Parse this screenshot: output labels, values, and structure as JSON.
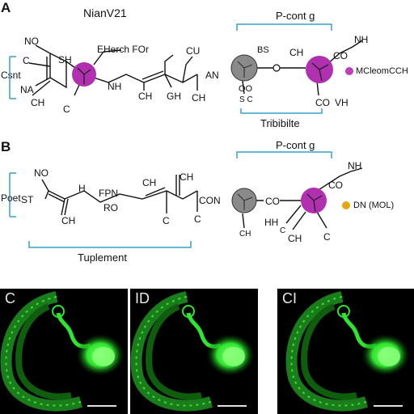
{
  "panel_a": {
    "letter": "A",
    "top_label": "NianV21",
    "side_label": "Csnt",
    "chain_labels": {
      "no": "NO",
      "c": "C",
      "sh": "SH",
      "na": "NA",
      "ch_a": "CH",
      "c_b": "C",
      "annotation": "EHerch FOr",
      "nh": "NH",
      "cu": "CU",
      "an": "AN",
      "ch_c": "CH",
      "gh": "GH",
      "ch_d": "CH"
    },
    "right": {
      "title": "P-cont g",
      "bs": "BS",
      "ch": "CH",
      "co_top": "CO",
      "nh": "NH",
      "oo": "OO",
      "co_bottom": "CO",
      "vh": "VH",
      "sc": "S C",
      "legend_text": "MCleomCCH",
      "legend_color": "#c03cb8",
      "caption": "Tribibilte"
    }
  },
  "panel_b": {
    "letter": "B",
    "side_label": "Poet",
    "chain_labels": {
      "no": "NO",
      "st": "ST",
      "ch_a": "CH",
      "h": "H",
      "fpn": "FPN",
      "ro": "RO",
      "ch_b": "CH",
      "ch_c": "CH",
      "con": "CON",
      "c": "C",
      "c_b": "C"
    },
    "caption": "Tuplement",
    "right": {
      "title": "P-cont g",
      "nh": "NH",
      "co_top": "CO",
      "co_mid": "CO",
      "hh": "HH",
      "ch": "CH",
      "c": "C",
      "ch_c": "CH",
      "c_mark": "C",
      "legend_text": "DN (MOL)",
      "legend_color": "#e8a410"
    }
  },
  "micrographs": [
    {
      "letter": "C"
    },
    {
      "letter": "ID"
    },
    {
      "letter": "CI"
    }
  ],
  "colors": {
    "magenta_atom": "#b030b0",
    "gray_atom": "#8a8a8a",
    "bracket": "#3aa0c8",
    "fluor_green": "#2ee62e"
  }
}
